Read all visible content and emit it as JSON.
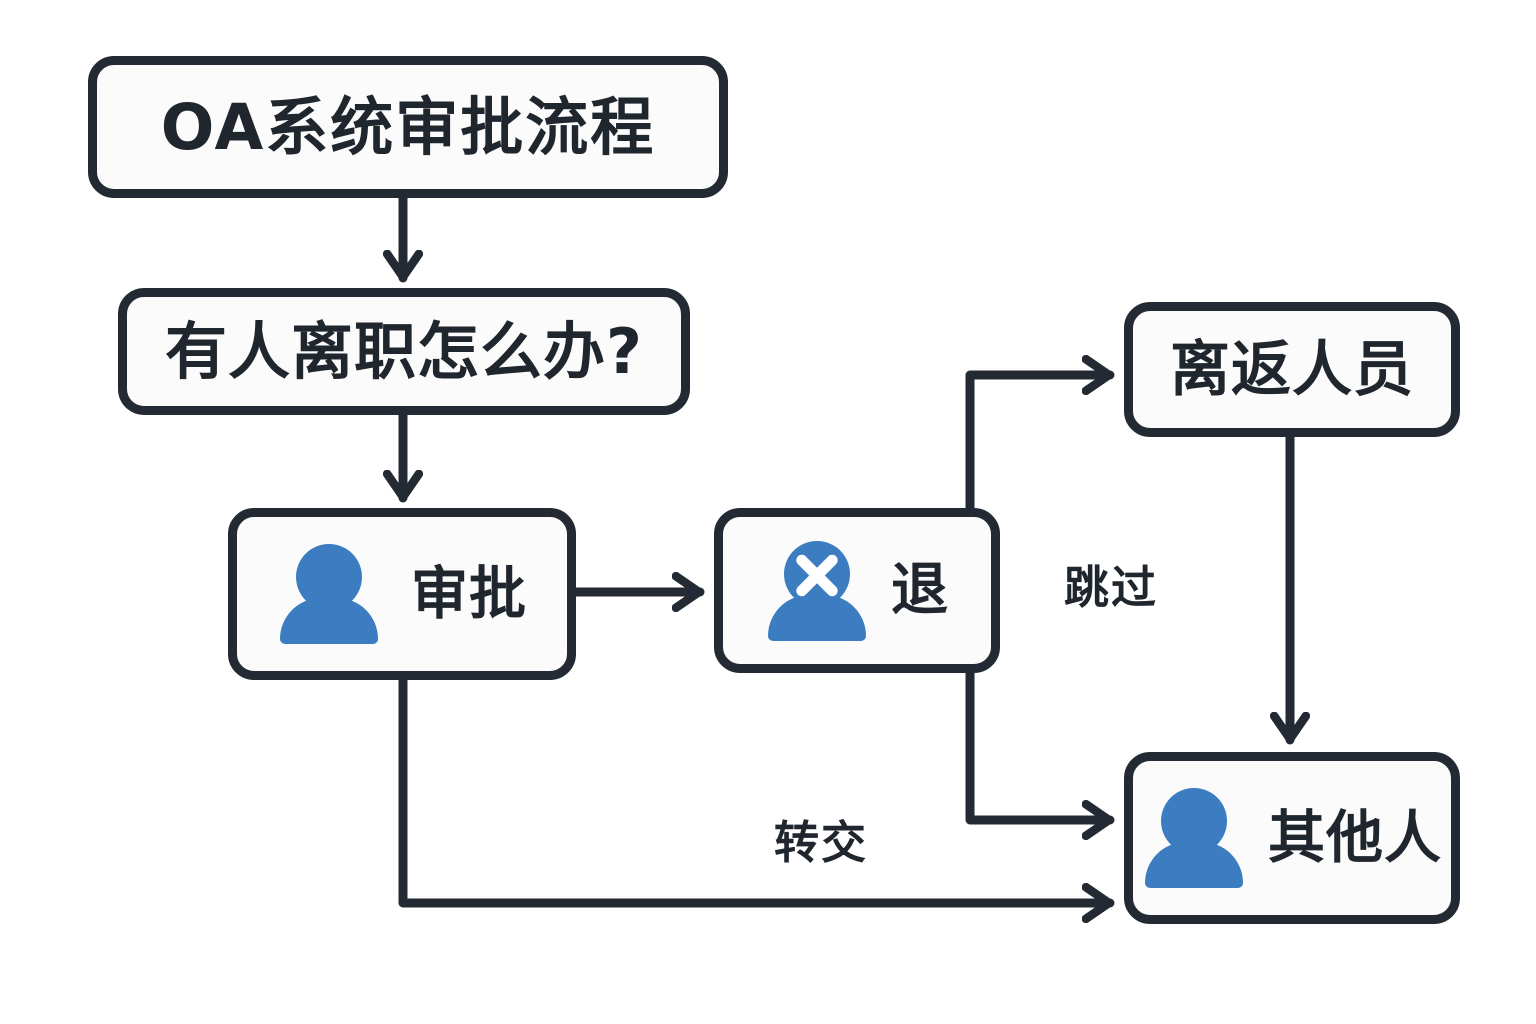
{
  "diagram": {
    "title": "OA系统审批流程",
    "background_color": "#ffffff",
    "line_color": "#242a33",
    "accent_color": "#3b7dc0",
    "nodes": [
      {
        "id": "title",
        "label": "OA系统审批流程",
        "icon": "none"
      },
      {
        "id": "question",
        "label": "有人离职怎么办?",
        "icon": "none"
      },
      {
        "id": "approve",
        "label": "审批",
        "icon": "person-icon"
      },
      {
        "id": "reject",
        "label": "退",
        "icon": "person-x-icon"
      },
      {
        "id": "returnee",
        "label": "离返人员",
        "icon": "none"
      },
      {
        "id": "others",
        "label": "其他人",
        "icon": "person-icon"
      }
    ],
    "edges": [
      {
        "id": "title-to-question",
        "from": "title",
        "to": "question",
        "label": ""
      },
      {
        "id": "question-to-approve",
        "from": "question",
        "to": "approve",
        "label": ""
      },
      {
        "id": "approve-to-reject",
        "from": "approve",
        "to": "reject",
        "label": ""
      },
      {
        "id": "reject-to-returnee",
        "from": "reject",
        "to": "returnee",
        "label": ""
      },
      {
        "id": "reject-to-others",
        "from": "reject",
        "to": "others",
        "label": "跳过"
      },
      {
        "id": "returnee-to-others",
        "from": "returnee",
        "to": "others",
        "label": ""
      },
      {
        "id": "approve-to-others",
        "from": "approve",
        "to": "others",
        "label": "转交"
      }
    ],
    "edge_labels": {
      "skip": "跳过",
      "transfer": "转交"
    }
  }
}
